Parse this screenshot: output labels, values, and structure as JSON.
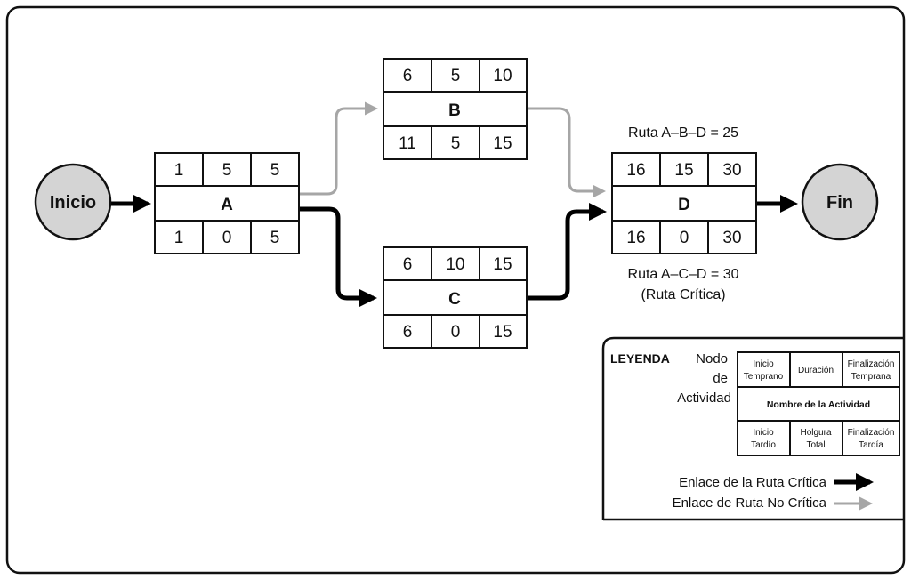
{
  "start_node": {
    "label": "Inicio"
  },
  "end_node": {
    "label": "Fin"
  },
  "activities": {
    "A": {
      "name": "A",
      "es": "1",
      "dur": "5",
      "ef": "5",
      "ls": "1",
      "slack": "0",
      "lf": "5"
    },
    "B": {
      "name": "B",
      "es": "6",
      "dur": "5",
      "ef": "10",
      "ls": "11",
      "slack": "5",
      "lf": "15"
    },
    "C": {
      "name": "C",
      "es": "6",
      "dur": "10",
      "ef": "15",
      "ls": "6",
      "slack": "0",
      "lf": "15"
    },
    "D": {
      "name": "D",
      "es": "16",
      "dur": "15",
      "ef": "30",
      "ls": "16",
      "slack": "0",
      "lf": "30"
    }
  },
  "routes": {
    "abd": "Ruta A–B–D = 25",
    "acd_line1": "Ruta A–C–D = 30",
    "acd_line2": "(Ruta Crítica)"
  },
  "legend": {
    "title": "LEYENDA",
    "node_label": [
      "Nodo",
      "de",
      "Actividad"
    ],
    "early_start": [
      "Inicio",
      "Temprano"
    ],
    "duration": "Duración",
    "early_finish": [
      "Finalización",
      "Temprana"
    ],
    "activity_name": "Nombre de la Actividad",
    "late_start": [
      "Inicio",
      "Tardío"
    ],
    "total_slack": [
      "Holgura",
      "Total"
    ],
    "late_finish": [
      "Finalización",
      "Tardía"
    ],
    "critical_link": "Enlace de la Ruta Crítica",
    "noncritical_link": "Enlace de Ruta No Crítica"
  },
  "colors": {
    "critical": "#000000",
    "noncritical": "#a6a6a6",
    "node_fill": "#d4d4d4"
  }
}
